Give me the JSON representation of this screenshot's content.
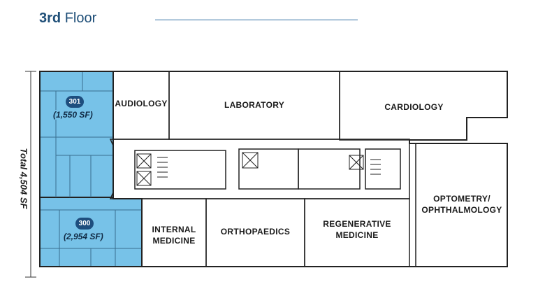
{
  "header": {
    "floor_number": "3rd",
    "floor_word": "Floor"
  },
  "total_area": "Total 4,504 SF",
  "suites": [
    {
      "number": "301",
      "area": "(1,550 SF)"
    },
    {
      "number": "300",
      "area": "(2,954 SF)"
    }
  ],
  "rooms": {
    "audiology": "AUDIOLOGY",
    "laboratory": "LABORATORY",
    "cardiology": "CARDIOLOGY",
    "optometry": "OPTOMETRY/\nOPHTHALMOLOGY",
    "internal_medicine": "INTERNAL\nMEDICINE",
    "orthopaedics": "ORTHOPAEDICS",
    "regenerative_medicine": "REGENERATIVE\nMEDICINE"
  },
  "colors": {
    "available_suite": "#77c2e8",
    "header_text": "#1f4f78",
    "badge": "#1e4e7e"
  }
}
